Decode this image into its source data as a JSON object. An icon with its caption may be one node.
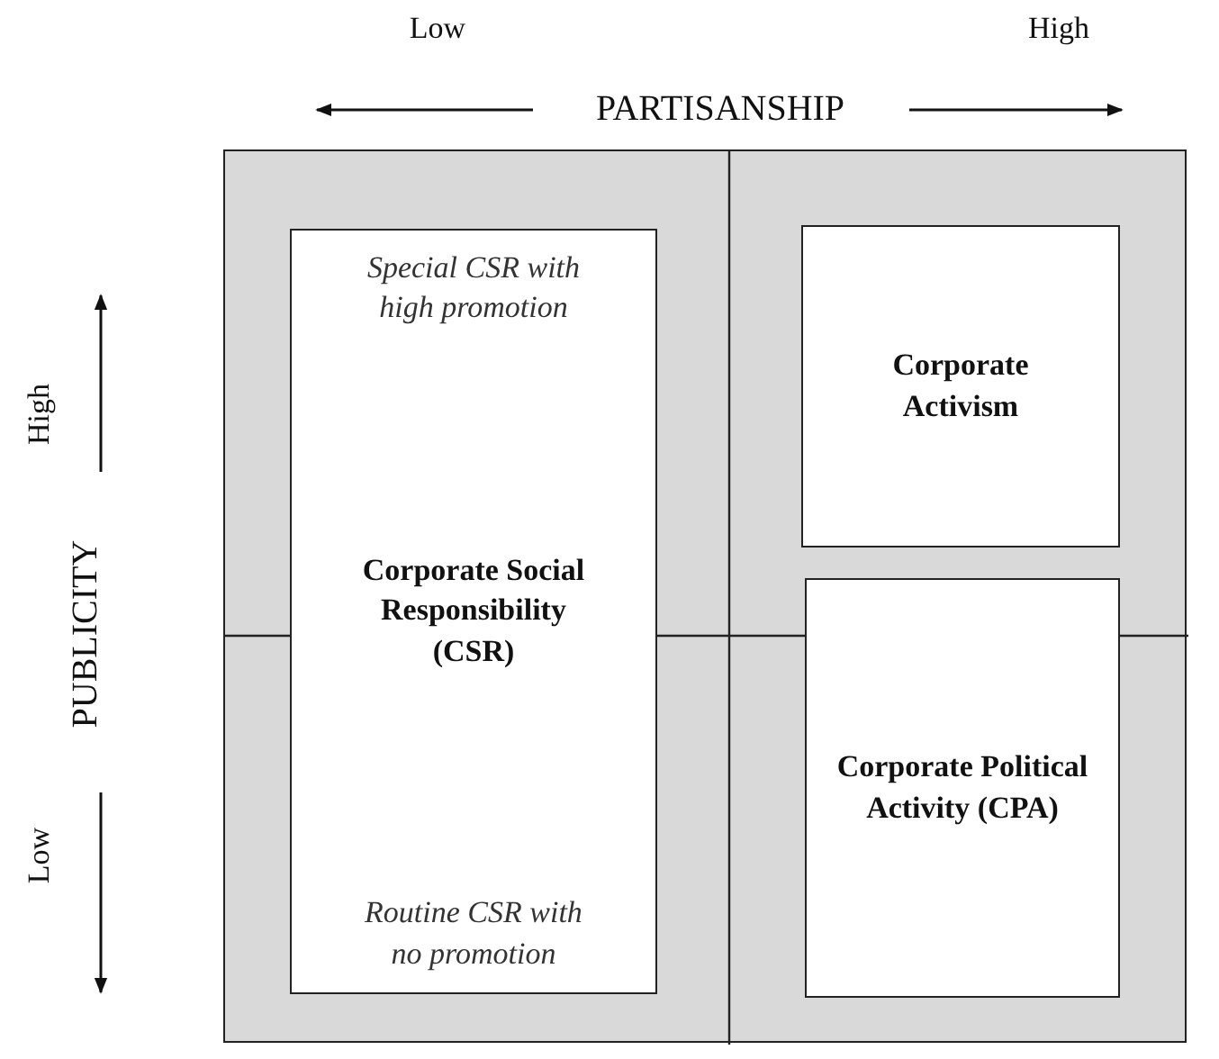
{
  "diagram": {
    "nodes": [
      {
        "text": [],
        "shape": "box"
      },
      {
        "text": [
          "Special CSR with high promotion",
          "Corporate Social Responsibility (CSR)",
          "Routine CSR with no promotion"
        ],
        "in": 0
      },
      {
        "text": [
          "Corporate Activism"
        ],
        "in": 0
      },
      {
        "text": [
          "Corporate Political Activity (CPA)"
        ],
        "in": 0
      }
    ],
    "edges": [],
    "labels": [
      "Low",
      "High",
      "PARTISANSHIP",
      "High",
      "PUBLICITY",
      "Low"
    ]
  }
}
